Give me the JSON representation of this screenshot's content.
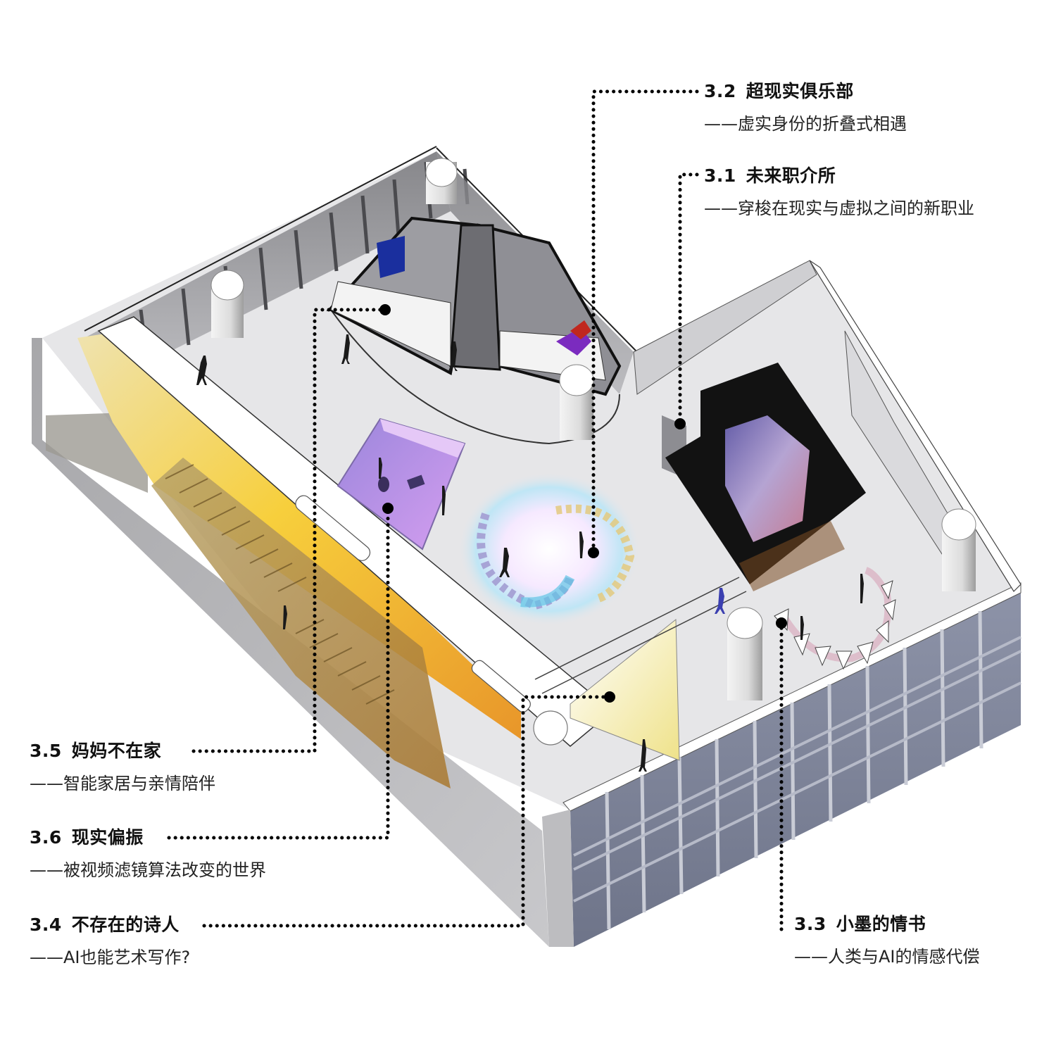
{
  "diagram": {
    "type": "axonometric exhibition floor plan",
    "colors": {
      "background": "#ffffff",
      "floor": "#e6e6e8",
      "wall_top": "#ffffff",
      "glass_wall": "#8c8c90",
      "facade_grid": "#7f8496",
      "stair_yellow": "#f7c93a",
      "stair_orange": "#e89a2c",
      "club_purple": "#b48de6",
      "black_box": "#111111",
      "leader_line": "#000000"
    }
  },
  "callouts": [
    {
      "id": "3.2",
      "number": "3.2",
      "title": "超现实俱乐部",
      "subtitle": "——虚实身份的折叠式相遇"
    },
    {
      "id": "3.1",
      "number": "3.1",
      "title": "未来职介所",
      "subtitle": "——穿梭在现实与虚拟之间的新职业"
    },
    {
      "id": "3.5",
      "number": "3.5",
      "title": "妈妈不在家",
      "subtitle": "——智能家居与亲情陪伴"
    },
    {
      "id": "3.6",
      "number": "3.6",
      "title": "现实偏振",
      "subtitle": "——被视频滤镜算法改变的世界"
    },
    {
      "id": "3.4",
      "number": "3.4",
      "title": "不存在的诗人",
      "subtitle": "——AI也能艺术写作?"
    },
    {
      "id": "3.3",
      "number": "3.3",
      "title": "小墨的情书",
      "subtitle": "——人类与AI的情感代偿"
    }
  ]
}
